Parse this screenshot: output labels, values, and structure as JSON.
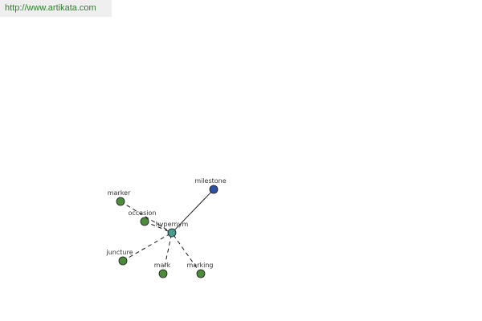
{
  "banner": {
    "url_text": "http://www.artikata.com"
  },
  "graph": {
    "center": {
      "label": "hypernym",
      "color": "#4a9a8f"
    },
    "nodes": [
      {
        "key": "milestone",
        "label": "milestone",
        "color": "#2f4fa0",
        "edge": "solid"
      },
      {
        "key": "marker",
        "label": "marker",
        "color": "#4c8a3c",
        "edge": "dashed"
      },
      {
        "key": "occasion",
        "label": "occasion",
        "color": "#4c8a3c",
        "edge": "dashed"
      },
      {
        "key": "juncture",
        "label": "juncture",
        "color": "#4c8a3c",
        "edge": "dashed"
      },
      {
        "key": "mark",
        "label": "mark",
        "color": "#4c8a3c",
        "edge": "dashed"
      },
      {
        "key": "marking",
        "label": "marking",
        "color": "#4c8a3c",
        "edge": "dashed"
      }
    ]
  }
}
